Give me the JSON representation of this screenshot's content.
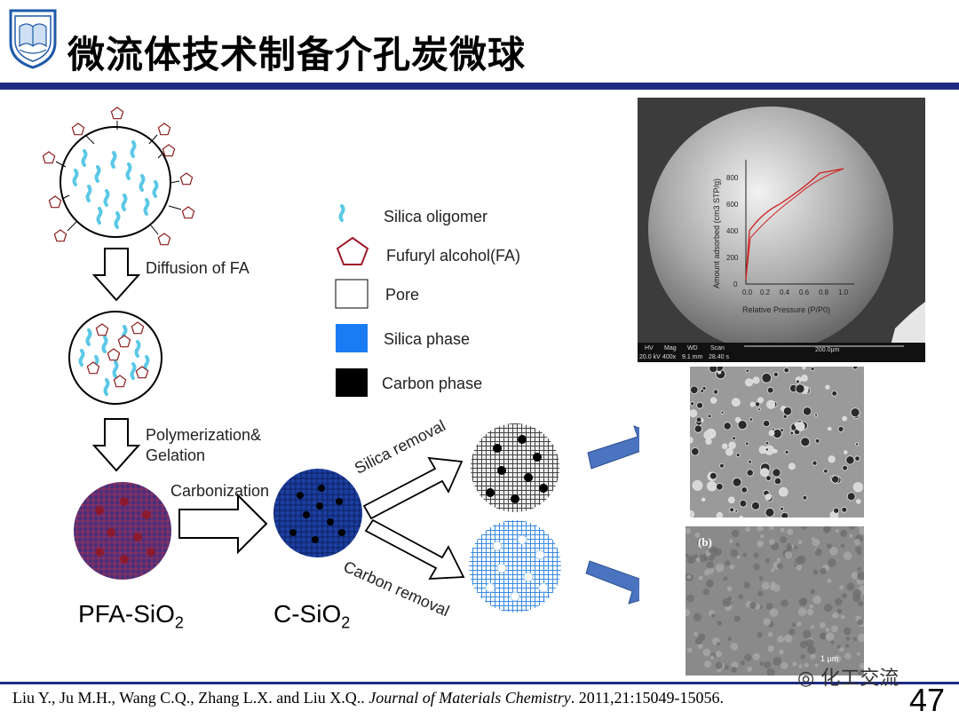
{
  "header": {
    "title": "微流体技术制备介孔炭微球"
  },
  "legend": {
    "silica_oligomer": "Silica oligomer",
    "furfuryl_alcohol": "Fufuryl alcohol(FA)",
    "pore": "Pore",
    "silica_phase": "Silica phase",
    "carbon_phase": "Carbon phase"
  },
  "steps": {
    "diffusion": "Diffusion of FA",
    "polymerization_1": "Polymerization&",
    "polymerization_2": "Gelation",
    "carbonization": "Carbonization",
    "silica_removal": "Silica removal",
    "carbon_removal": "Carbon removal"
  },
  "labels": {
    "pfa": "PFA-SiO",
    "c_sio": "C-SiO",
    "sub": "2"
  },
  "sem": {
    "b_label": "(b)",
    "inset_xlabel": "Relative Pressure (P/P0)",
    "inset_ylabel": "Amount adsorbed (cm3 STP/g)",
    "inset_yticks": [
      "0",
      "200",
      "400",
      "600",
      "800"
    ],
    "inset_xticks": [
      "0.0",
      "0.2",
      "0.4",
      "0.6",
      "0.8",
      "1.0"
    ],
    "databar": [
      "HV",
      "Mag",
      "WD",
      "Scan"
    ],
    "databar_vals": [
      "20.0 kV",
      "400x",
      "9.1 mm",
      "28.40 s"
    ],
    "scale_top": "200.0µm",
    "scale_bottom": "1 µm"
  },
  "footer": {
    "authors": "Liu Y., Ju M.H., Wang C.Q., Zhang L.X. and Liu X.Q.. ",
    "journal": "Journal of Materials Chemistry",
    "ref": ". 2011,21:15049-15056."
  },
  "page_number": "47",
  "watermark": "化工交流",
  "colors": {
    "accent": "#1e2a82",
    "silica": "#1a7cf5",
    "carbon": "#000000",
    "pfa": "#5a2a7a",
    "arrow_blue": "#4a74c0"
  }
}
